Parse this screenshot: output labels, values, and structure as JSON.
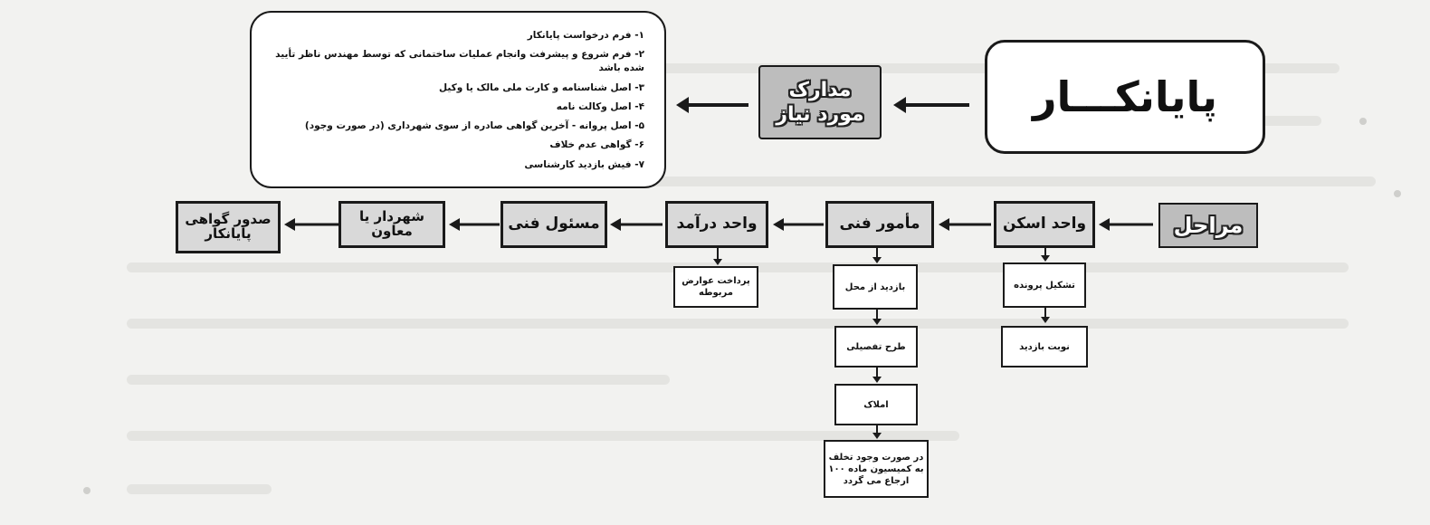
{
  "title": "پایانکـــار",
  "docs_label": "مدارک مورد نیاز",
  "docs": [
    "۱- فرم درخواست پایانکار",
    "۲- فرم شروع و پیشرفت وانجام عملیات ساختمانی که توسط مهندس ناظر تأیید شده باشد",
    "۳- اصل شناسنامه و کارت ملی مالک یا وکیل",
    "۴- اصل وکالت نامه",
    "۵- اصل پروانه - آخرین گواهی صادره از سوی شهرداری (در صورت وجود)",
    "۶- گواهی عدم خلاف",
    "۷- فیش بازدید کارشناسی"
  ],
  "stages_label": "مراحل",
  "steps": [
    "واحد اسکن",
    "مأمور فنی",
    "واحد درآمد",
    "مسئول فنی",
    "شهردار یا معاون",
    "صدور گواهی پایانکار"
  ],
  "scan_substeps": [
    "تشکیل پرونده",
    "نوبت بازدید"
  ],
  "tech_substeps": [
    "بازدید از محل",
    "طرح تفصیلی",
    "املاک",
    "در صورت وجود تخلف به کمیسیون ماده ۱۰۰ ارجاع می گردد"
  ],
  "revenue_substeps": [
    "پرداخت عوارض مربوطه"
  ]
}
